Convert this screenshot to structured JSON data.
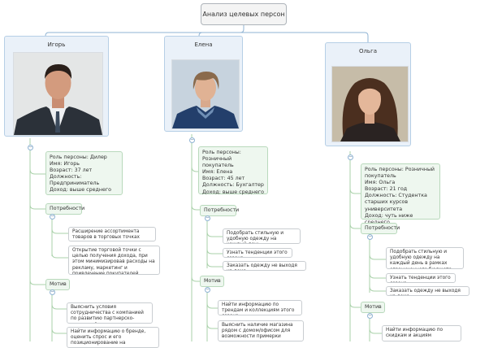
{
  "root": {
    "title": "Анализ целевых персон"
  },
  "personas": [
    {
      "name": "Игорь",
      "info": "Роль персоны: Дилер\nИмя: Игорь\nВозраст: 37 лет\nДолжность: Предприниматель\nДоход: выше среднего",
      "needs_label": "Потребности",
      "needs": [
        "Расширение ассортимента товаров в торговых точках",
        "Открытие торговой точки с целью получения дохода, при этом минимизировав расходы на рекламу, маркетинг и привлечение покупателей"
      ],
      "motive_label": "Мотив",
      "motives": [
        "Выяснить условия сотрудничества с компанией по развитию партнерско-дилерской сети",
        "Найти информацию о бренде, оценить спрос и его позиционирование на"
      ]
    },
    {
      "name": "Елена",
      "info": "Роль персоны: Розничный покупатель\nИмя: Елена\nВозраст: 45 лет\nДолжность: Бухгалтер\nДоход: выше среднего",
      "needs_label": "Потребности",
      "needs": [
        "Подобрать стильную и удобную одежду на каждый день",
        "Узнать тенденции этого сезона",
        "Заказать одежду не выходя из дома"
      ],
      "motive_label": "Мотив",
      "motives": [
        "Найти информацию по трендам и коллекциям этого сезона",
        "Выяснить наличие магазина рядом с домом/офисом для возможности примерки"
      ]
    },
    {
      "name": "Ольга",
      "info": "Роль персоны: Розничный покупатель\nИмя: Ольга\nВозраст: 21 год\nДолжность: Студентка старших курсов университета\nДоход: чуть ниже среднего",
      "needs_label": "Потребности",
      "needs": [
        "Подобрать стильную и удобную одежду на каждый день в рамках ограниченного бюджета",
        "Узнать тенденции этого сезона",
        "Заказать одежду не выходя из дома"
      ],
      "motive_label": "Мотив",
      "motives": [
        "Найти информацию по скидкам и акциям"
      ]
    }
  ],
  "toggle_symbol": "−"
}
